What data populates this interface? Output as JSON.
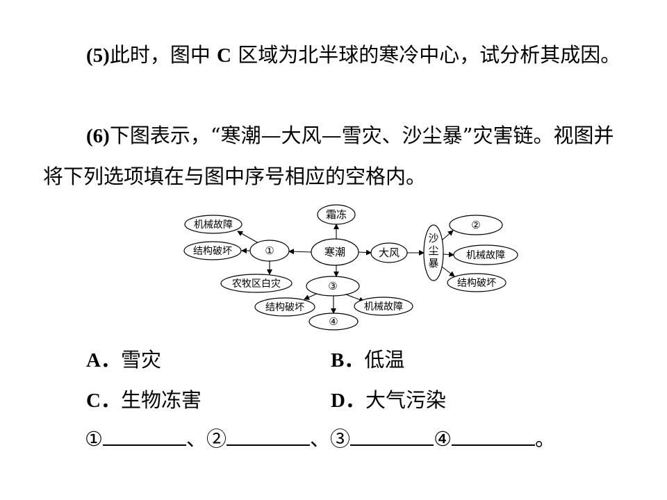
{
  "q5": {
    "label": "(5)",
    "text_a": "此时，图中 ",
    "bold_c": "C",
    "text_b": " 区域为北半球的寒冷中心，试分析其成因。"
  },
  "q6": {
    "label": "(6)",
    "text": "下图表示，“寒潮—大风—雪灾、沙尘暴”灾害链。视图并将下列选项填在与图中序号相应的空格内。"
  },
  "diagram": {
    "nodes": {
      "shuangdong": "霜冻",
      "hanchao": "寒潮",
      "dafeng": "大风",
      "n1": "①",
      "n2": "②",
      "n3": "③",
      "n4": "④",
      "jixie_tl": "机械故障",
      "jiegou_l": "结构破坏",
      "nongmu": "农牧区白灾",
      "jiegou_bl": "结构破坏",
      "jixie_br": "机械故障",
      "jixie_r": "机械故障",
      "jiegou_r": "结构破坏",
      "shachenbao": [
        "沙",
        "尘",
        "暴"
      ]
    }
  },
  "options": [
    {
      "key": "A．",
      "text": "雪灾"
    },
    {
      "key": "B．",
      "text": "低温"
    },
    {
      "key": "C．",
      "text": "生物冻害"
    },
    {
      "key": "D．",
      "text": "大气污染"
    }
  ],
  "answer_line": {
    "m1": "①",
    "sep1": "、",
    "m2": "②",
    "sep2": "、",
    "m3": "③",
    "m4": "④",
    "end": "。"
  },
  "colors": {
    "text": "#000000",
    "background": "#ffffff"
  }
}
